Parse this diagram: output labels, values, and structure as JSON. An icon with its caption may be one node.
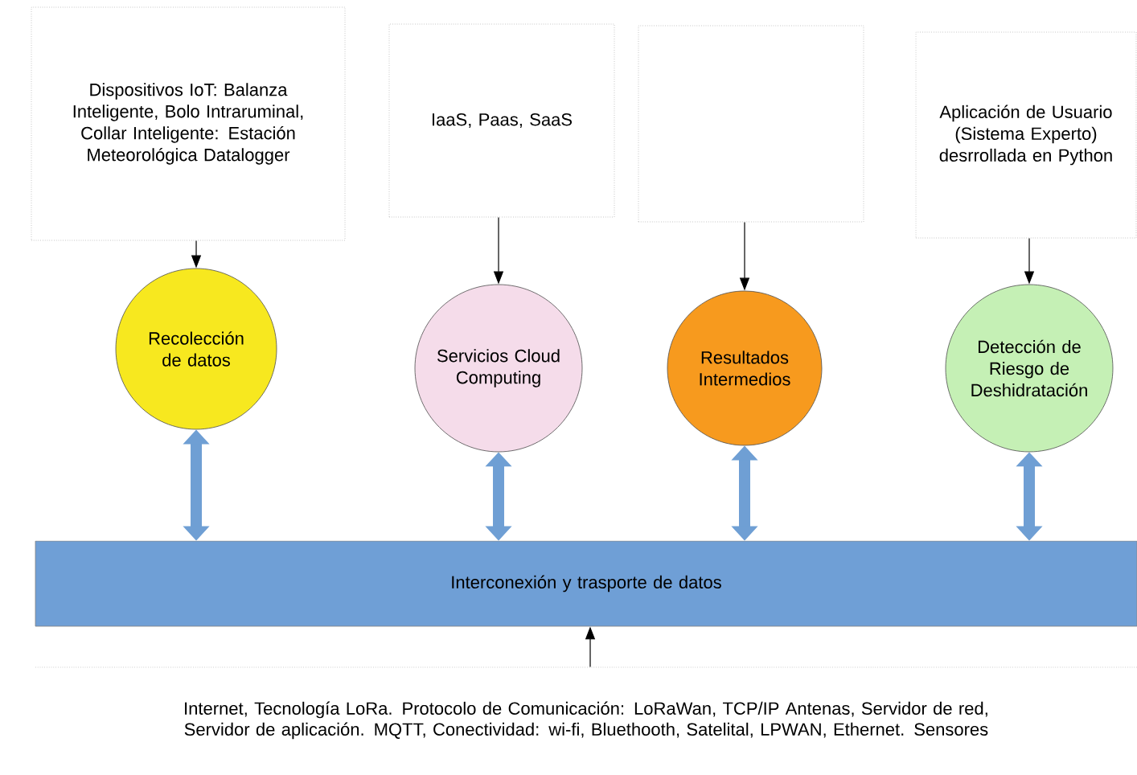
{
  "diagram": {
    "nodes": [
      {
        "text": [
          "Dispositivos IoT: Balanza Inteligente, Bolo Intraruminal, Collar Inteligente: Estación Meteorológica Datalogger"
        ]
      },
      {
        "text": [
          "IaaS, Paas, SaaS"
        ]
      },
      {
        "text": [],
        "shape": "box"
      },
      {
        "text": [
          "Aplicación de Usuario (Sistema Experto) desrrollada en Python"
        ]
      },
      {
        "text": [
          "Recolección de datos"
        ]
      },
      {
        "text": [
          "Servicios Cloud Computing"
        ]
      },
      {
        "text": [
          "Resultados Intermedios"
        ]
      },
      {
        "text": [
          "Detección de Riesgo de Deshidratación"
        ]
      },
      {
        "text": [
          "Interconexión y trasporte de datos"
        ]
      },
      {
        "text": [
          "Internet, Tecnología LoRa. Protocolo de Comunicación: LoRaWan, TCP/IP Antenas, Servidor de red, Servidor de aplicación. MQTT, Conectividad: wi-fi, Bluethooth, Satelital, LPWAN, Ethernet. Sensores"
        ]
      }
    ],
    "edges": [
      {
        "from": 0,
        "to": 4,
        "arrow": "to"
      },
      {
        "from": 1,
        "to": 5,
        "arrow": "to"
      },
      {
        "from": 2,
        "to": 6,
        "arrow": "to"
      },
      {
        "from": 3,
        "to": 7,
        "arrow": "to"
      },
      {
        "from": 4,
        "to": 8,
        "arrow": "both",
        "style": "thick",
        "color": "#6f9fd4"
      },
      {
        "from": 5,
        "to": 8,
        "arrow": "both",
        "style": "thick",
        "color": "#6f9fd4"
      },
      {
        "from": 6,
        "to": 8,
        "arrow": "both",
        "style": "thick",
        "color": "#6f9fd4"
      },
      {
        "from": 7,
        "to": 8,
        "arrow": "both",
        "style": "thick",
        "color": "#6f9fd4"
      },
      {
        "from": 9,
        "to": 8,
        "arrow": "to"
      }
    ]
  }
}
